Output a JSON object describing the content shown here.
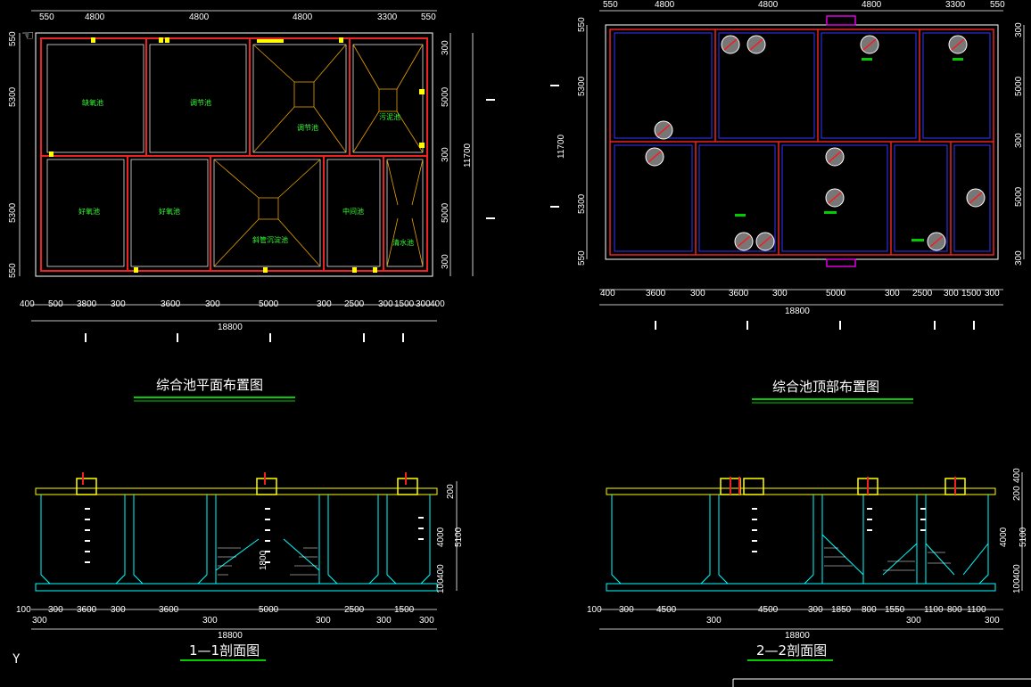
{
  "titles": {
    "plan": "综合池平面布置图",
    "top": "综合池顶部布置图",
    "sec1": "1—1剖面图",
    "sec2": "2—2剖面图"
  },
  "plan": {
    "top_dims": [
      "550",
      "4800",
      "4800",
      "4800",
      "3300",
      "550"
    ],
    "bottom_dims": [
      "400",
      "500",
      "3800",
      "300",
      "3600",
      "300",
      "5000",
      "300",
      "2500",
      "300",
      "1500",
      "300",
      "400"
    ],
    "total": "18800",
    "right_dims": [
      "300",
      "5000",
      "300",
      "5000",
      "300"
    ],
    "right_total": "11700",
    "left_dims": [
      "550",
      "5300",
      "5300",
      "550"
    ],
    "rooms": [
      "缺氧池",
      "调节池",
      "调节池",
      "污泥池",
      "好氧池",
      "好氧池",
      "斜管沉淀池",
      "中间池",
      "清水池"
    ]
  },
  "top": {
    "top_dims": [
      "550",
      "4800",
      "4800",
      "4800",
      "3300",
      "550"
    ],
    "bottom_dims": [
      "400",
      "3600",
      "300",
      "3600",
      "300",
      "5000",
      "300",
      "2500",
      "300",
      "1500",
      "300"
    ],
    "total": "18800",
    "right_dims": [
      "300",
      "5000",
      "300",
      "5000",
      "300"
    ],
    "left_dims": [
      "550",
      "5300",
      "11700",
      "5300",
      "550"
    ]
  },
  "sec1": {
    "bottom_dims": [
      "100",
      "300",
      "3600",
      "300",
      "3600",
      "300",
      "5000",
      "300",
      "2500",
      "300",
      "1500",
      "300"
    ],
    "second_row": [
      "300",
      "300",
      "300",
      "300"
    ],
    "total": "18800",
    "right_dims": [
      "200",
      "4000",
      "5100",
      "400",
      "100"
    ]
  },
  "sec2": {
    "bottom_dims": [
      "100",
      "300",
      "4500",
      "300",
      "4500",
      "300",
      "1850",
      "800",
      "1550",
      "300",
      "1100",
      "800",
      "1100",
      "300"
    ],
    "total": "18800",
    "right_dims": [
      "400",
      "200",
      "4000",
      "5100",
      "400",
      "100"
    ]
  },
  "ui": {
    "axis_glyph": "Y",
    "hand_glyph": "☜"
  }
}
